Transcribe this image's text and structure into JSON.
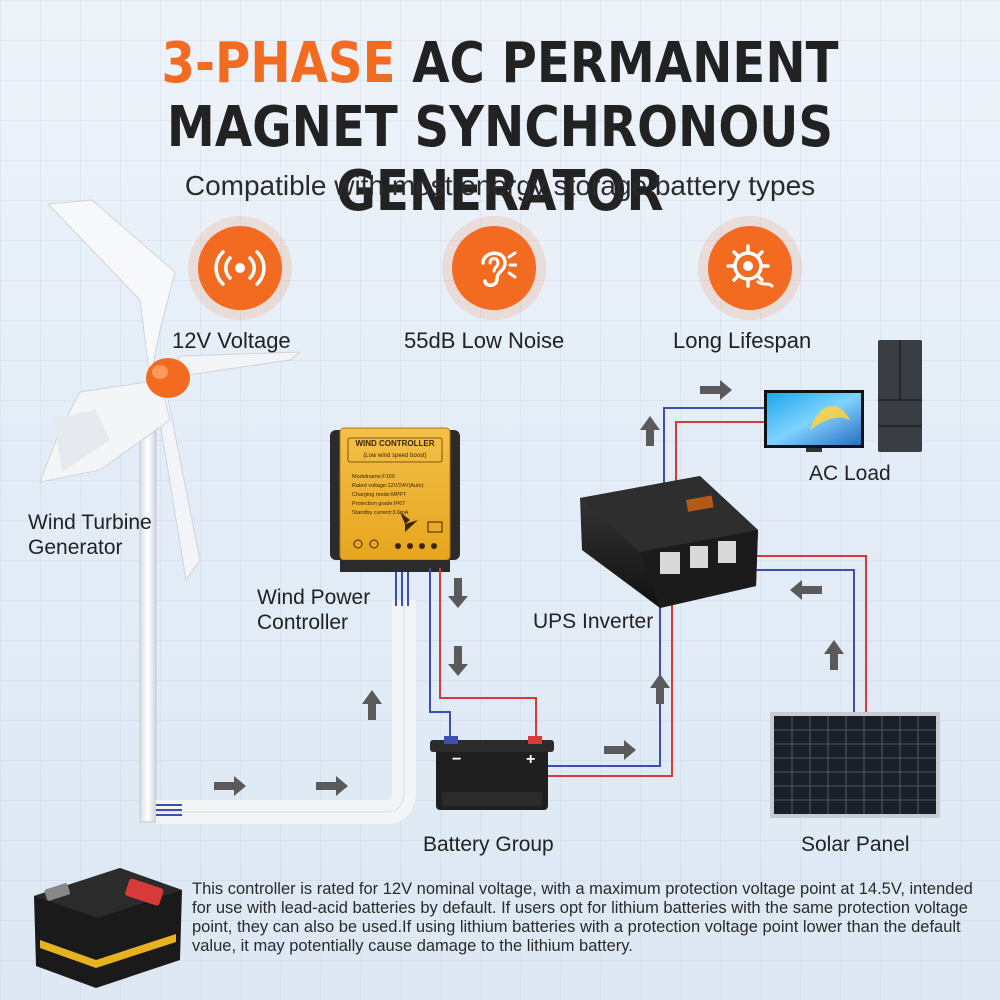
{
  "header": {
    "title_accent": "3-PHASE",
    "title_line1_rest": " AC PERMANENT",
    "title_line2": "MAGNET SYNCHRONOUS GENERATOR",
    "subtitle": "Compatible with most energy storage battery types"
  },
  "features": [
    {
      "label": "12V Voltage",
      "icon": "voltage-signal-icon"
    },
    {
      "label": "55dB Low Noise",
      "icon": "ear-icon"
    },
    {
      "label": "Long Lifespan",
      "icon": "lifespan-gear-icon"
    }
  ],
  "components": {
    "wind_turbine": "Wind Turbine\nGenerator",
    "controller": "Wind Power\nController",
    "inverter": "UPS Inverter",
    "ac_load": "AC Load",
    "battery": "Battery Group",
    "solar": "Solar Panel"
  },
  "controller_panel": {
    "title": "WIND CONTROLLER",
    "subtitle": "(Low wind speed boost)",
    "specs": [
      "Modelname:F100",
      "Rated voltage:12V/24V(Auto)",
      "Charging mode:MPPT",
      "Protection grade:IP67",
      "Standby current:3.6mA"
    ]
  },
  "battery_marks": {
    "minus": "−",
    "plus": "+"
  },
  "colors": {
    "accent": "#f36a21",
    "wire_red": "#d83a3a",
    "wire_blue": "#3c4fb0",
    "arrow": "#555555"
  },
  "note": "This controller is rated for 12V nominal voltage, with a maximum protection voltage point at 14.5V, intended for use with lead-acid batteries by default. If users opt for lithium batteries with the same protection voltage point, they can also be used.If using lithium batteries with a protection voltage point lower than the default value, it may potentially cause damage to the lithium battery."
}
